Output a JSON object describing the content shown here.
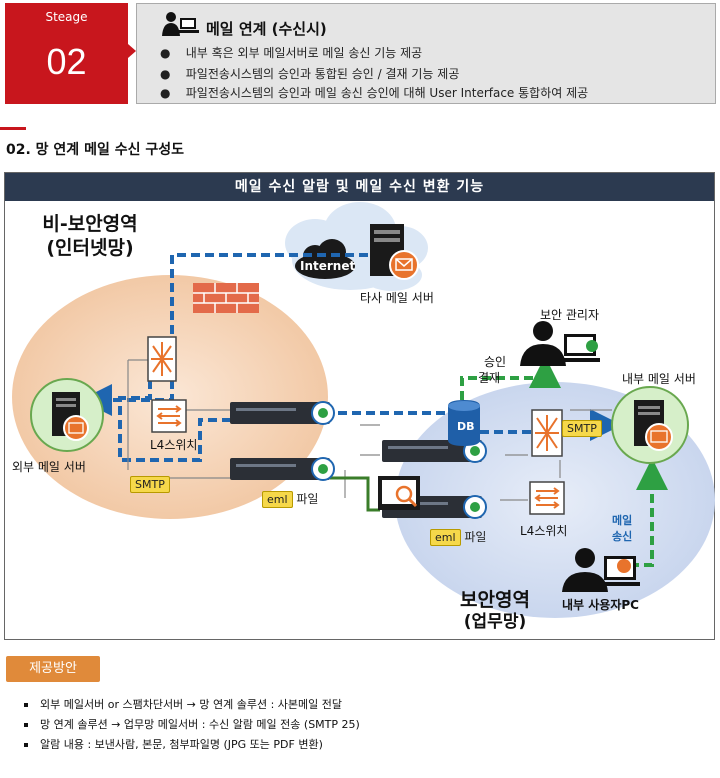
{
  "header": {
    "stage_label": "Steage",
    "stage_number": "02",
    "title": "메일 연계 (수신시)",
    "bullets": [
      "내부 혹은 외부 메일서버로 메일 송신 기능 제공",
      "파일전송시스템의 승인과 통합된 승인 / 결재 기능 제공",
      "파일전송시스템의 승인과 메일 송신 승인에 대해 User Interface 통합하여 제공"
    ]
  },
  "section_title": "02. 망 연계 메일 수신 구성도",
  "diagram": {
    "banner": "메일 수신 알람 및 메일 수신 변환 기능",
    "zone_unsecure_line1": "비-보안영역",
    "zone_unsecure_line2": "(인터넷망)",
    "zone_secure_line1": "보안영역",
    "zone_secure_line2": "(업무망)",
    "internet_label": "Internet",
    "other_mail_server": "타사 메일 서버",
    "external_mail_server": "외부 메일 서버",
    "internal_mail_server": "내부 메일 서버",
    "security_admin": "보안 관리자",
    "approval_line1": "승인",
    "approval_line2": "결재",
    "l4_switch_left": "L4스위치",
    "l4_switch_right": "L4스위치",
    "smtp_left": "SMTP",
    "smtp_right": "SMTP",
    "db_label": "DB",
    "eml_tag": "eml",
    "file_word": "파일",
    "mail_send_line1": "메일",
    "mail_send_line2": "송신",
    "internal_user_pc": "내부 사용자PC"
  },
  "offer": {
    "badge": "제공방안",
    "items": [
      "외부 메일서버 or 스팸차단서버 → 망 연계 솔루션 : 사본메일 전달",
      "망 연계 솔루션 → 업무망 메일서버 : 수신 알람 메일 전송 (SMTP 25)",
      "알람 내용 : 보낸사람, 본문, 첨부파일명 (JPG 또는 PDF 변환)"
    ]
  },
  "colors": {
    "red": "#c8161d",
    "banner": "#2c3a50",
    "blue_dash": "#1f66b0",
    "green_dash": "#2ea043",
    "zone_left": "#f6dcc5",
    "zone_right": "#d9e2f3",
    "offer_badge": "#e08a3a"
  }
}
